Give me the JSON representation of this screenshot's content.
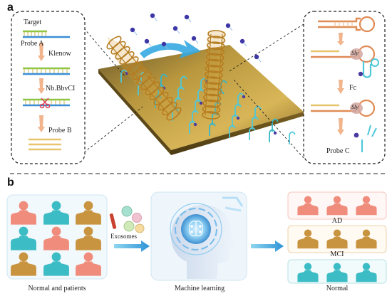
{
  "panel_a": {
    "letter": "a",
    "left_inset": {
      "labels": {
        "target": "Target",
        "probe_a": "Probe A",
        "klenow": "Klenow",
        "nicking": "Nb.BbvCI",
        "probe_b": "Probe B"
      }
    },
    "right_inset": {
      "labels": {
        "fc": "Fc",
        "probe_c": "Probe C",
        "enzyme": "Sly"
      }
    }
  },
  "panel_b": {
    "letter": "b",
    "labels": {
      "exosomes": "Exosomes",
      "normal_and_patients": "Normal and patients",
      "machine_learning": "Machine learning",
      "ad": "AD",
      "mci": "MCI",
      "normal": "Normal"
    },
    "colors": {
      "salmon": "#f08c7c",
      "teal": "#3cbcc4",
      "amber": "#c99440"
    },
    "patient_grid": [
      [
        "salmon",
        "teal",
        "amber"
      ],
      [
        "teal",
        "salmon",
        "amber"
      ],
      [
        "amber",
        "teal",
        "salmon"
      ]
    ],
    "groups": [
      {
        "name": "AD",
        "color": "salmon"
      },
      {
        "name": "MCI",
        "color": "amber"
      },
      {
        "name": "Normal",
        "color": "teal"
      }
    ]
  }
}
